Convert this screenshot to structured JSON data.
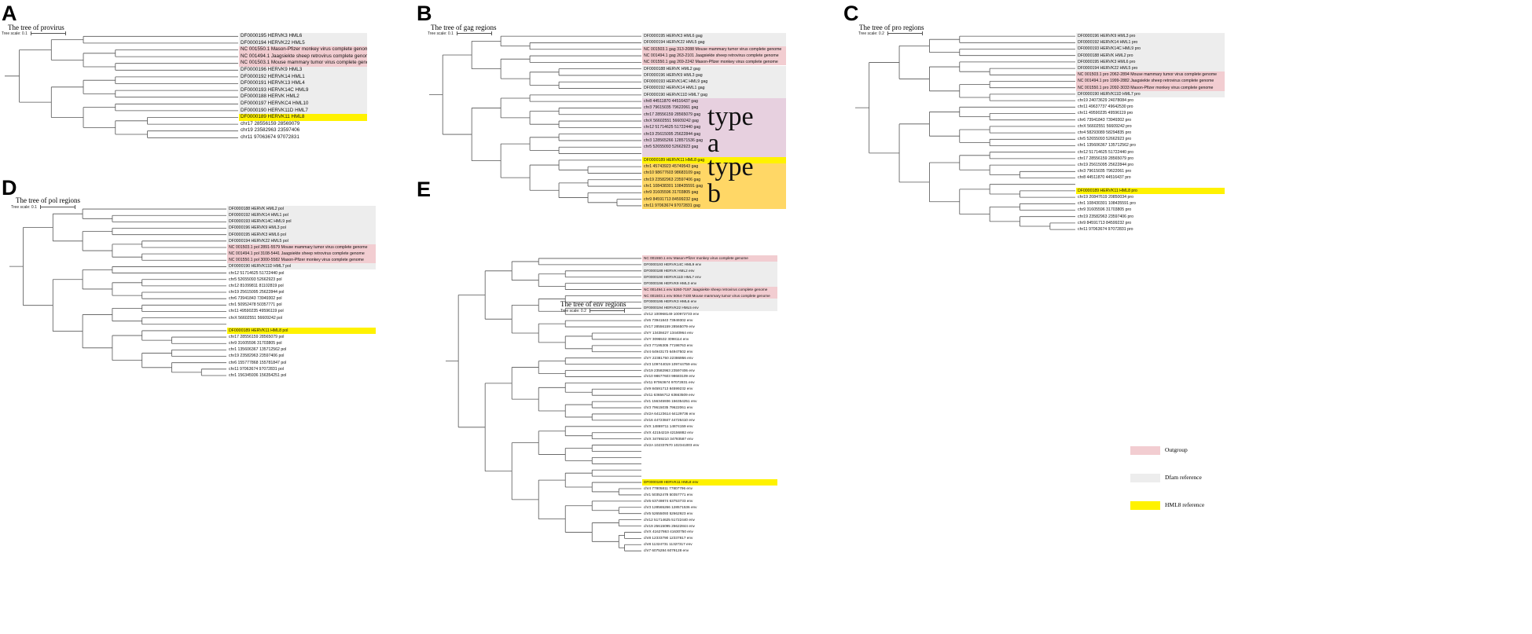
{
  "colors": {
    "outgroup": "#f2cdd1",
    "dfam": "#ededed",
    "hml8": "#fff200",
    "type_a": "#e7d0df",
    "type_b": "#ffd766"
  },
  "panels": {
    "A": {
      "letter": "A",
      "title": "The tree of provirus",
      "scale": "Tree scale: 0.1",
      "type_labels": [],
      "bands": [
        {
          "kind": "dfam",
          "from": 0,
          "to": 1
        },
        {
          "kind": "outgroup",
          "from": 2,
          "to": 4
        },
        {
          "kind": "dfam",
          "from": 5,
          "to": 11
        },
        {
          "kind": "hml8",
          "from": 12,
          "to": 12
        }
      ],
      "leaves": [
        "DF0000195 HERVK3 HML6",
        "DF0000194 HERVK22 HML5",
        "NC 001550.1 Mason-Pfizer monkey virus complete genome",
        "NC 001494.1 Jaagsiekte sheep retrovirus complete genome",
        "NC 001503.1 Mouse mammary tumor virus complete genome",
        "DF0000196 HERVK9 HML3",
        "DF0000192 HERVK14 HML1",
        "DF0000191 HERVK13 HML4",
        "DF0000193 HERVK14C HML9",
        "DF0000188 HERVK HML2",
        "DF0000197 HERVKC4 HML10",
        "DF0000190 HERVK11D HML7",
        "DF0000189 HERVK11 HML8",
        "chr17 28556159 28569079",
        "chr19 23582963 23597406",
        "chr11 97063674 97072831"
      ]
    },
    "B": {
      "letter": "B",
      "title": "The tree of gag regions",
      "scale": "Tree scale: 0.1",
      "type_labels": [
        {
          "text": "type a",
          "key": "type_a"
        },
        {
          "text": "type b",
          "key": "type_b"
        }
      ],
      "bands": [
        {
          "kind": "dfam",
          "from": 0,
          "to": 1
        },
        {
          "kind": "outgroup",
          "from": 2,
          "to": 4
        },
        {
          "kind": "dfam",
          "from": 5,
          "to": 9
        },
        {
          "kind": "type_a",
          "from": 10,
          "to": 18
        },
        {
          "kind": "hml8",
          "from": 19,
          "to": 19
        },
        {
          "kind": "type_b",
          "from": 20,
          "to": 26
        }
      ],
      "leaves": [
        "DF0000195 HERVK3 HML6 gag",
        "DF0000194 HERVK22 HML5 gag",
        "NC 001503.1 gag 313-2088 Mouse mammary tumor virus complete genome",
        "NC 001494.1 gag 263-2101 Jaagsiekte sheep retrovirus complete genome",
        "NC 001550.1 gag 269-2242 Mason-Pfizer monkey virus complete genome",
        "DF0000188 HERVK HML2 gag",
        "DF0000196 HERVK9 HML3 gag",
        "DF0000193 HERVK14C HML9 gag",
        "DF0000192 HERVK14 HML1 gag",
        "DF0000190 HERVK11D HML7 gag",
        "chr8 44511870 44516437 gag",
        "chr3 79615035 79622061 gag",
        "chr17 28556159 28565079 gag",
        "chrX 56602551 56609242 gag",
        "chr12 51714625 51722440 gag",
        "chr19 25615095 25622844 gag",
        "chr3 128565266 128571536 gag",
        "chr5 52655093 52662923 gag",
        "",
        "DF0000189 HERVK11 HML8 gag",
        "chr1 45743923 45749543 gag",
        "chr10 98677603 98683109 gag",
        "chr19 23582963 23597406 gag",
        "chr1 108438301 108435591 gag",
        "chr9 31605596 31703805 gag",
        "chr9 84591713 84599232 gag",
        "chr11 97063674 97072831 gag"
      ]
    },
    "C": {
      "letter": "C",
      "title": "The tree of pro regions",
      "scale": "Tree scale: 0.2",
      "type_labels": [],
      "bands": [
        {
          "kind": "dfam",
          "from": 0,
          "to": 5
        },
        {
          "kind": "outgroup",
          "from": 6,
          "to": 8
        },
        {
          "kind": "dfam",
          "from": 9,
          "to": 9
        },
        {
          "kind": "hml8",
          "from": 24,
          "to": 24
        }
      ],
      "leaves": [
        "DF0000196 HERVK9 HML3 pro",
        "DF0000192 HERVK14 HML1 pro",
        "DF0000193 HERVK14C HML9 pro",
        "DF0000188 HERVK HML2 pro",
        "DF0000195 HERVK3 HML6 pro",
        "DF0000194 HERVK22 HML5 pro",
        "NC 001503.1 pro 2062-2894 Mouse mammary tumor virus complete genome",
        "NC 001494.1 pro 1999-2882 Jaagsiekte sheep retrovirus complete genome",
        "NC 001550.1 pro 2092-3033 Mason-Pfizer monkey virus complete genome",
        "DF0000190 HERVK11D HML7 pro",
        "chr19 24073629 24078084 pro",
        "chr11 49637737 49642530 pro",
        "chr11 49590235 49596119 pro",
        "chr6 73941843 73949302 pro",
        "chrX 56602551 56609242 pro",
        "chr4 58293089 58294835 pro",
        "chr5 52655093 52662923 pro",
        "chr1 135606367 135712562 pro",
        "chr12 51714625 51722440 pro",
        "chr17 28556159 28565079 pro",
        "chr19 25615095 25622844 pro",
        "chr3 79615035 79622061 pro",
        "chr8 44511870 44516437 pro",
        "",
        "DF0000189 HERVK11 HML8 pro",
        "chr19 20847619 20850034 pro",
        "chr1 108430301 108435591 pro",
        "chr9 31605596 31703805 pro",
        "chr19 23582963 23597406 pro",
        "chr9 84591713 84599232 pro",
        "chr11 97063674 97072831 pro"
      ]
    },
    "D": {
      "letter": "D",
      "title": "The tree of pol regions",
      "scale": "Tree scale: 0.1",
      "type_labels": [],
      "bands": [
        {
          "kind": "dfam",
          "from": 0,
          "to": 5
        },
        {
          "kind": "outgroup",
          "from": 6,
          "to": 8
        },
        {
          "kind": "dfam",
          "from": 9,
          "to": 9
        },
        {
          "kind": "hml8",
          "from": 19,
          "to": 19
        }
      ],
      "leaves": [
        "DF0000188 HERVK HML2 pol",
        "DF0000192 HERVK14 HML1 pol",
        "DF0000193 HERVK14C HML9 pol",
        "DF0000196 HERVK9 HML3 pol",
        "DF0000195 HERVK3 HML6 pol",
        "DF0000194 HERVK22 HML5 pol",
        "NC 001503.1 pol 2891-5579 Mouse mammary tumor virus complete genome",
        "NC 001494.1 pol 3108-5441 Jaagsiekte sheep retrovirus complete genome",
        "NC 001550.1 pol 3000-5582 Mason-Pfizer monkey virus complete genome",
        "DF0000190 HERVK11D HML7 pol",
        "chr12 51714625 51722440 pol",
        "chr5 52655093 52662923 pol",
        "chr12 81099811 81102819 pol",
        "chr19 25615095 25622844 pol",
        "chr6 73941843 73949302 pol",
        "chr1 50952478 50357771 pol",
        "chr11 49590235 49596119 pol",
        "chrX 56602551 56609242 pol",
        "",
        "DF0000189 HERVK11 HML8 pol",
        "chr17 28556159 28565079 pol",
        "chr9 31605596 31703805 pol",
        "chr1 135606367 135712562 pol",
        "chr19 23582963 23597406 pol",
        "chr6 155777868 155781847 pol",
        "chr11 97063674 97072831 pol",
        "chr1 156345936 156354251 pol"
      ]
    },
    "E": {
      "letter": "E",
      "title": "The tree of env regions",
      "scale": "Tree scale: 0.2",
      "type_labels": [],
      "bands": [
        {
          "kind": "outgroup",
          "from": 0,
          "to": 0
        },
        {
          "kind": "dfam",
          "from": 1,
          "to": 4
        },
        {
          "kind": "outgroup",
          "from": 5,
          "to": 6
        },
        {
          "kind": "dfam",
          "from": 7,
          "to": 8
        },
        {
          "kind": "hml8",
          "from": 36,
          "to": 36
        }
      ],
      "leaves": [
        "NC 001550.1 env Mason-Pfizer monkey virus complete genome",
        "DF0000193 HERVK14C HML9 env",
        "DF0000188 HERVK HML2 env",
        "DF0000190 HERVK11D HML7 env",
        "DF0000196 HERVK9 HML3 env",
        "NC 001494.1 env 5260-7197 Jaagsiekte sheep retrovirus complete genome",
        "NC 001503.1 env 5064-7430 Mouse mammary tumor virus complete genome",
        "DF0000195 HERVK3 HML6 env",
        "DF0000194 HERVK22 HML5 env",
        "chr12 100968149 100972733 env",
        "chr6 73941843 73949302 env",
        "chr17 28556159 28565079 env",
        "chrY 13438427 13440964 env",
        "chrY 3095532 3098114 env",
        "chr3 77195305 77198763 env",
        "chr4 64943173 64947502 env",
        "chrY 22381750 22386956 env",
        "chr3 109744019 109744759 env",
        "chr19 23582963 23597406 env",
        "chr10 98677603 98683109 env",
        "chr11 97063674 97072831 env",
        "chr9 84591713 84599232 env",
        "chr11 63656712 63663509 env",
        "chr1 156345936 156354251 env",
        "chr3 79615035 79622061 env",
        "chr2A 64123614 64129736 env",
        "chr16 44723847 44726410 env",
        "chrX 14869711 14874159 env",
        "chrX 42154219 42156882 env",
        "chrX 34769210 34793587 env",
        "chr2A 102337670 102341003 env",
        "",
        "",
        "",
        "",
        "",
        "DF0000189 HERVK11 HML8 env",
        "chr4 77805811 77807796 env",
        "chr1 50352478 50357771 env",
        "chr5 63749874 63753733 env",
        "chr3 128565266 128571536 env",
        "chr5 52655093 52662923 env",
        "chr12 51714625 51722440 env",
        "chr19 25615095 25622844 env",
        "chrX 41627863 41630750 env",
        "chr8 12333790 12337817 env",
        "chr8 11324731 11327317 env",
        "chr7 6075284 6079128 env"
      ]
    }
  },
  "legend": [
    {
      "label": "Outgroup",
      "key": "outgroup"
    },
    {
      "label": "Dfam reference",
      "key": "dfam"
    },
    {
      "label": "HML8  reference",
      "key": "hml8"
    }
  ]
}
